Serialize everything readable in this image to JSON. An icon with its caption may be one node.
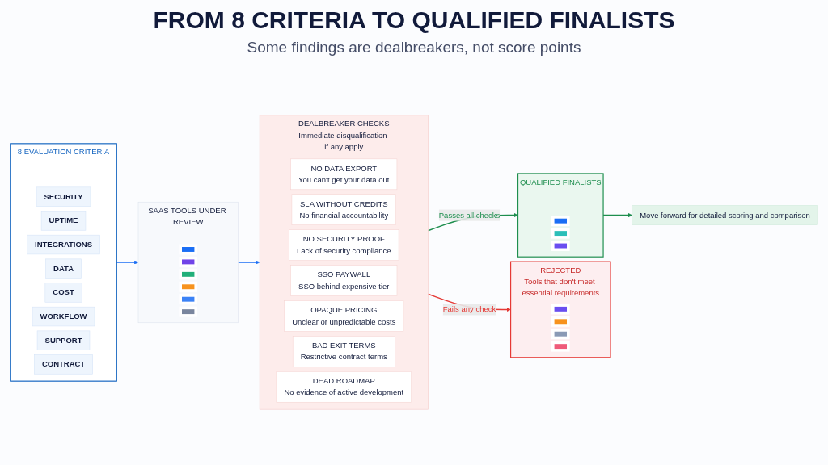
{
  "diagram": {
    "title": "FROM 8 CRITERIA TO QUALIFIED FINALISTS",
    "nodes": [
      {
        "text": [
          "8 EVALUATION CRITERIA"
        ]
      },
      {
        "text": [
          "SECURITY"
        ],
        "in": 0
      },
      {
        "text": [
          "UPTIME"
        ],
        "in": 0
      },
      {
        "text": [
          "INTEGRATIONS"
        ],
        "in": 0
      },
      {
        "text": [
          "DATA"
        ],
        "in": 0
      },
      {
        "text": [
          "COST"
        ],
        "in": 0
      },
      {
        "text": [
          "WORKFLOW"
        ],
        "in": 0
      },
      {
        "text": [
          "SUPPORT"
        ],
        "in": 0
      },
      {
        "text": [
          "CONTRACT"
        ],
        "in": 0
      },
      {
        "text": [
          "SAAS TOOLS UNDER REVIEW"
        ]
      },
      {
        "text": [],
        "shape": "box",
        "in": 9
      },
      {
        "text": [],
        "shape": "box",
        "in": 9
      },
      {
        "text": [],
        "shape": "box",
        "in": 9
      },
      {
        "text": [],
        "shape": "box",
        "in": 9
      },
      {
        "text": [],
        "shape": "box",
        "in": 9
      },
      {
        "text": [],
        "shape": "box",
        "in": 9
      },
      {
        "text": [
          "DEALBREAKER CHECKS",
          "Immediate disqualification if any apply"
        ]
      },
      {
        "text": [
          "NO DATA EXPORT",
          "You can't get your data out"
        ],
        "in": 16
      },
      {
        "text": [
          "SLA WITHOUT CREDITS",
          "No financial accountability"
        ],
        "in": 16
      },
      {
        "text": [
          "NO SECURITY PROOF",
          "Lack of security compliance"
        ],
        "in": 16
      },
      {
        "text": [
          "SSO PAYWALL",
          "SSO behind expensive tier"
        ],
        "in": 16
      },
      {
        "text": [
          "OPAQUE PRICING",
          "Unclear or unpredictable costs"
        ],
        "in": 16
      },
      {
        "text": [
          "BAD EXIT TERMS",
          "Restrictive contract terms"
        ],
        "in": 16
      },
      {
        "text": [
          "DEAD ROADMAP",
          "No evidence of active development"
        ],
        "in": 16
      },
      {
        "text": [
          "REJECTED",
          "Tools that don't meet essential requirements"
        ]
      },
      {
        "text": [],
        "shape": "box",
        "in": 24
      },
      {
        "text": [],
        "shape": "box",
        "in": 24
      },
      {
        "text": [],
        "shape": "box",
        "in": 24
      },
      {
        "text": [],
        "shape": "box",
        "in": 24
      },
      {
        "text": [
          "QUALIFIED FINALISTS"
        ]
      },
      {
        "text": [],
        "shape": "box",
        "in": 29
      },
      {
        "text": [],
        "shape": "box",
        "in": 29
      },
      {
        "text": [],
        "shape": "box",
        "in": 29
      },
      {
        "text": [
          "Move forward for detailed scoring and comparison"
        ]
      }
    ],
    "edges": [
      {
        "from": 0,
        "to": 9,
        "arrow": "to"
      },
      {
        "from": 9,
        "to": 16,
        "arrow": "to"
      },
      {
        "from": 16,
        "to": 24,
        "arrow": "to",
        "label": "Fails any check",
        "color": "#e53935"
      },
      {
        "from": 16,
        "to": 29,
        "arrow": "to",
        "label": "Passes all checks",
        "color": "#1e8e4e"
      },
      {
        "from": 29,
        "to": 33,
        "arrow": "to",
        "color": "#1e8e4e"
      }
    ],
    "labels": [
      "Some findings are dealbreakers, not score points"
    ]
  }
}
